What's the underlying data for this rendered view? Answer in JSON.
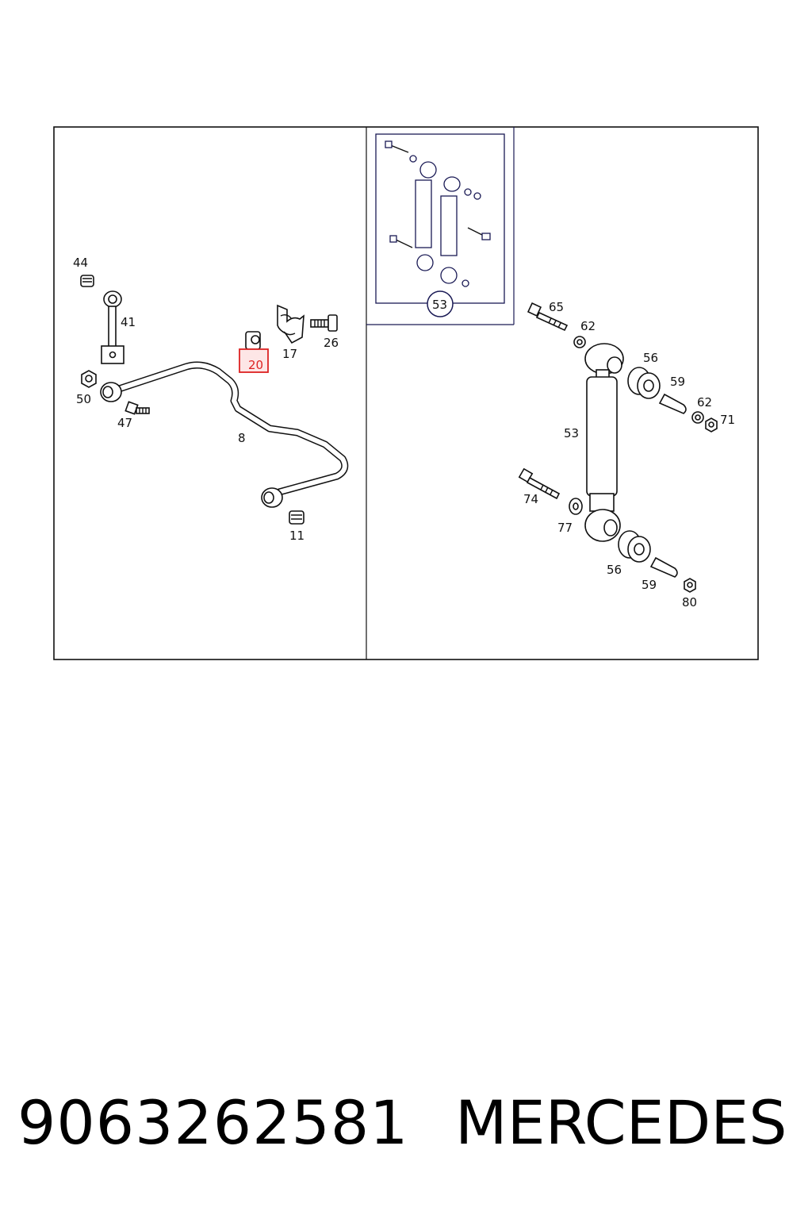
{
  "diagram": {
    "left_panel": {
      "callouts": [
        "44",
        "41",
        "50",
        "47",
        "8",
        "17",
        "26",
        "11"
      ],
      "highlighted_callout": "20"
    },
    "right_panel": {
      "inset_callout": "53",
      "callouts": [
        "65",
        "62",
        "56",
        "59",
        "62",
        "71",
        "53",
        "74",
        "77",
        "56",
        "59",
        "80"
      ]
    }
  },
  "caption": {
    "part_number": "9063262581",
    "brand": "MERCEDES"
  },
  "colors": {
    "highlight": "#dd2222",
    "inset_frame": "#1a1a55"
  }
}
